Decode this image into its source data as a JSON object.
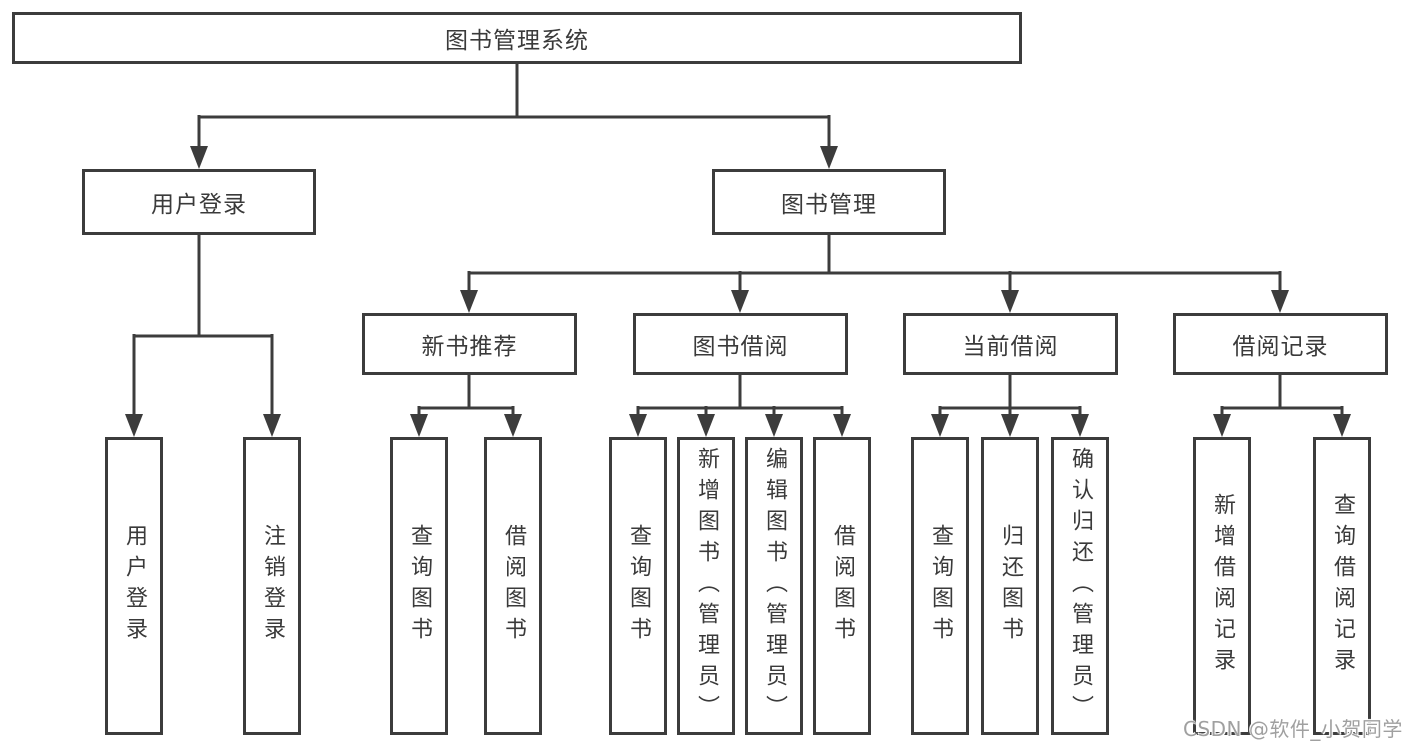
{
  "diagram": {
    "title": "图书管理系统",
    "tree": {
      "label": "图书管理系统",
      "children": [
        {
          "label": "用户登录",
          "children": [
            {
              "label": "用户登录"
            },
            {
              "label": "注销登录"
            }
          ]
        },
        {
          "label": "图书管理",
          "children": [
            {
              "label": "新书推荐",
              "children": [
                {
                  "label": "查询图书"
                },
                {
                  "label": "借阅图书"
                }
              ]
            },
            {
              "label": "图书借阅",
              "children": [
                {
                  "label": "查询图书"
                },
                {
                  "label": "新增图书（管理员）"
                },
                {
                  "label": "编辑图书（管理员）"
                },
                {
                  "label": "借阅图书"
                }
              ]
            },
            {
              "label": "当前借阅",
              "children": [
                {
                  "label": "查询图书"
                },
                {
                  "label": "归还图书"
                },
                {
                  "label": "确认归还（管理员）"
                }
              ]
            },
            {
              "label": "借阅记录",
              "children": [
                {
                  "label": "新增借阅记录"
                },
                {
                  "label": "查询借阅记录"
                }
              ]
            }
          ]
        }
      ]
    },
    "colors": {
      "line": "#3c3c3c",
      "text": "#3a3a3a",
      "background": "#ffffff",
      "watermark_text": "#a0a0a0"
    }
  },
  "watermark": {
    "text": "CSDN @软件_小贺同学"
  }
}
